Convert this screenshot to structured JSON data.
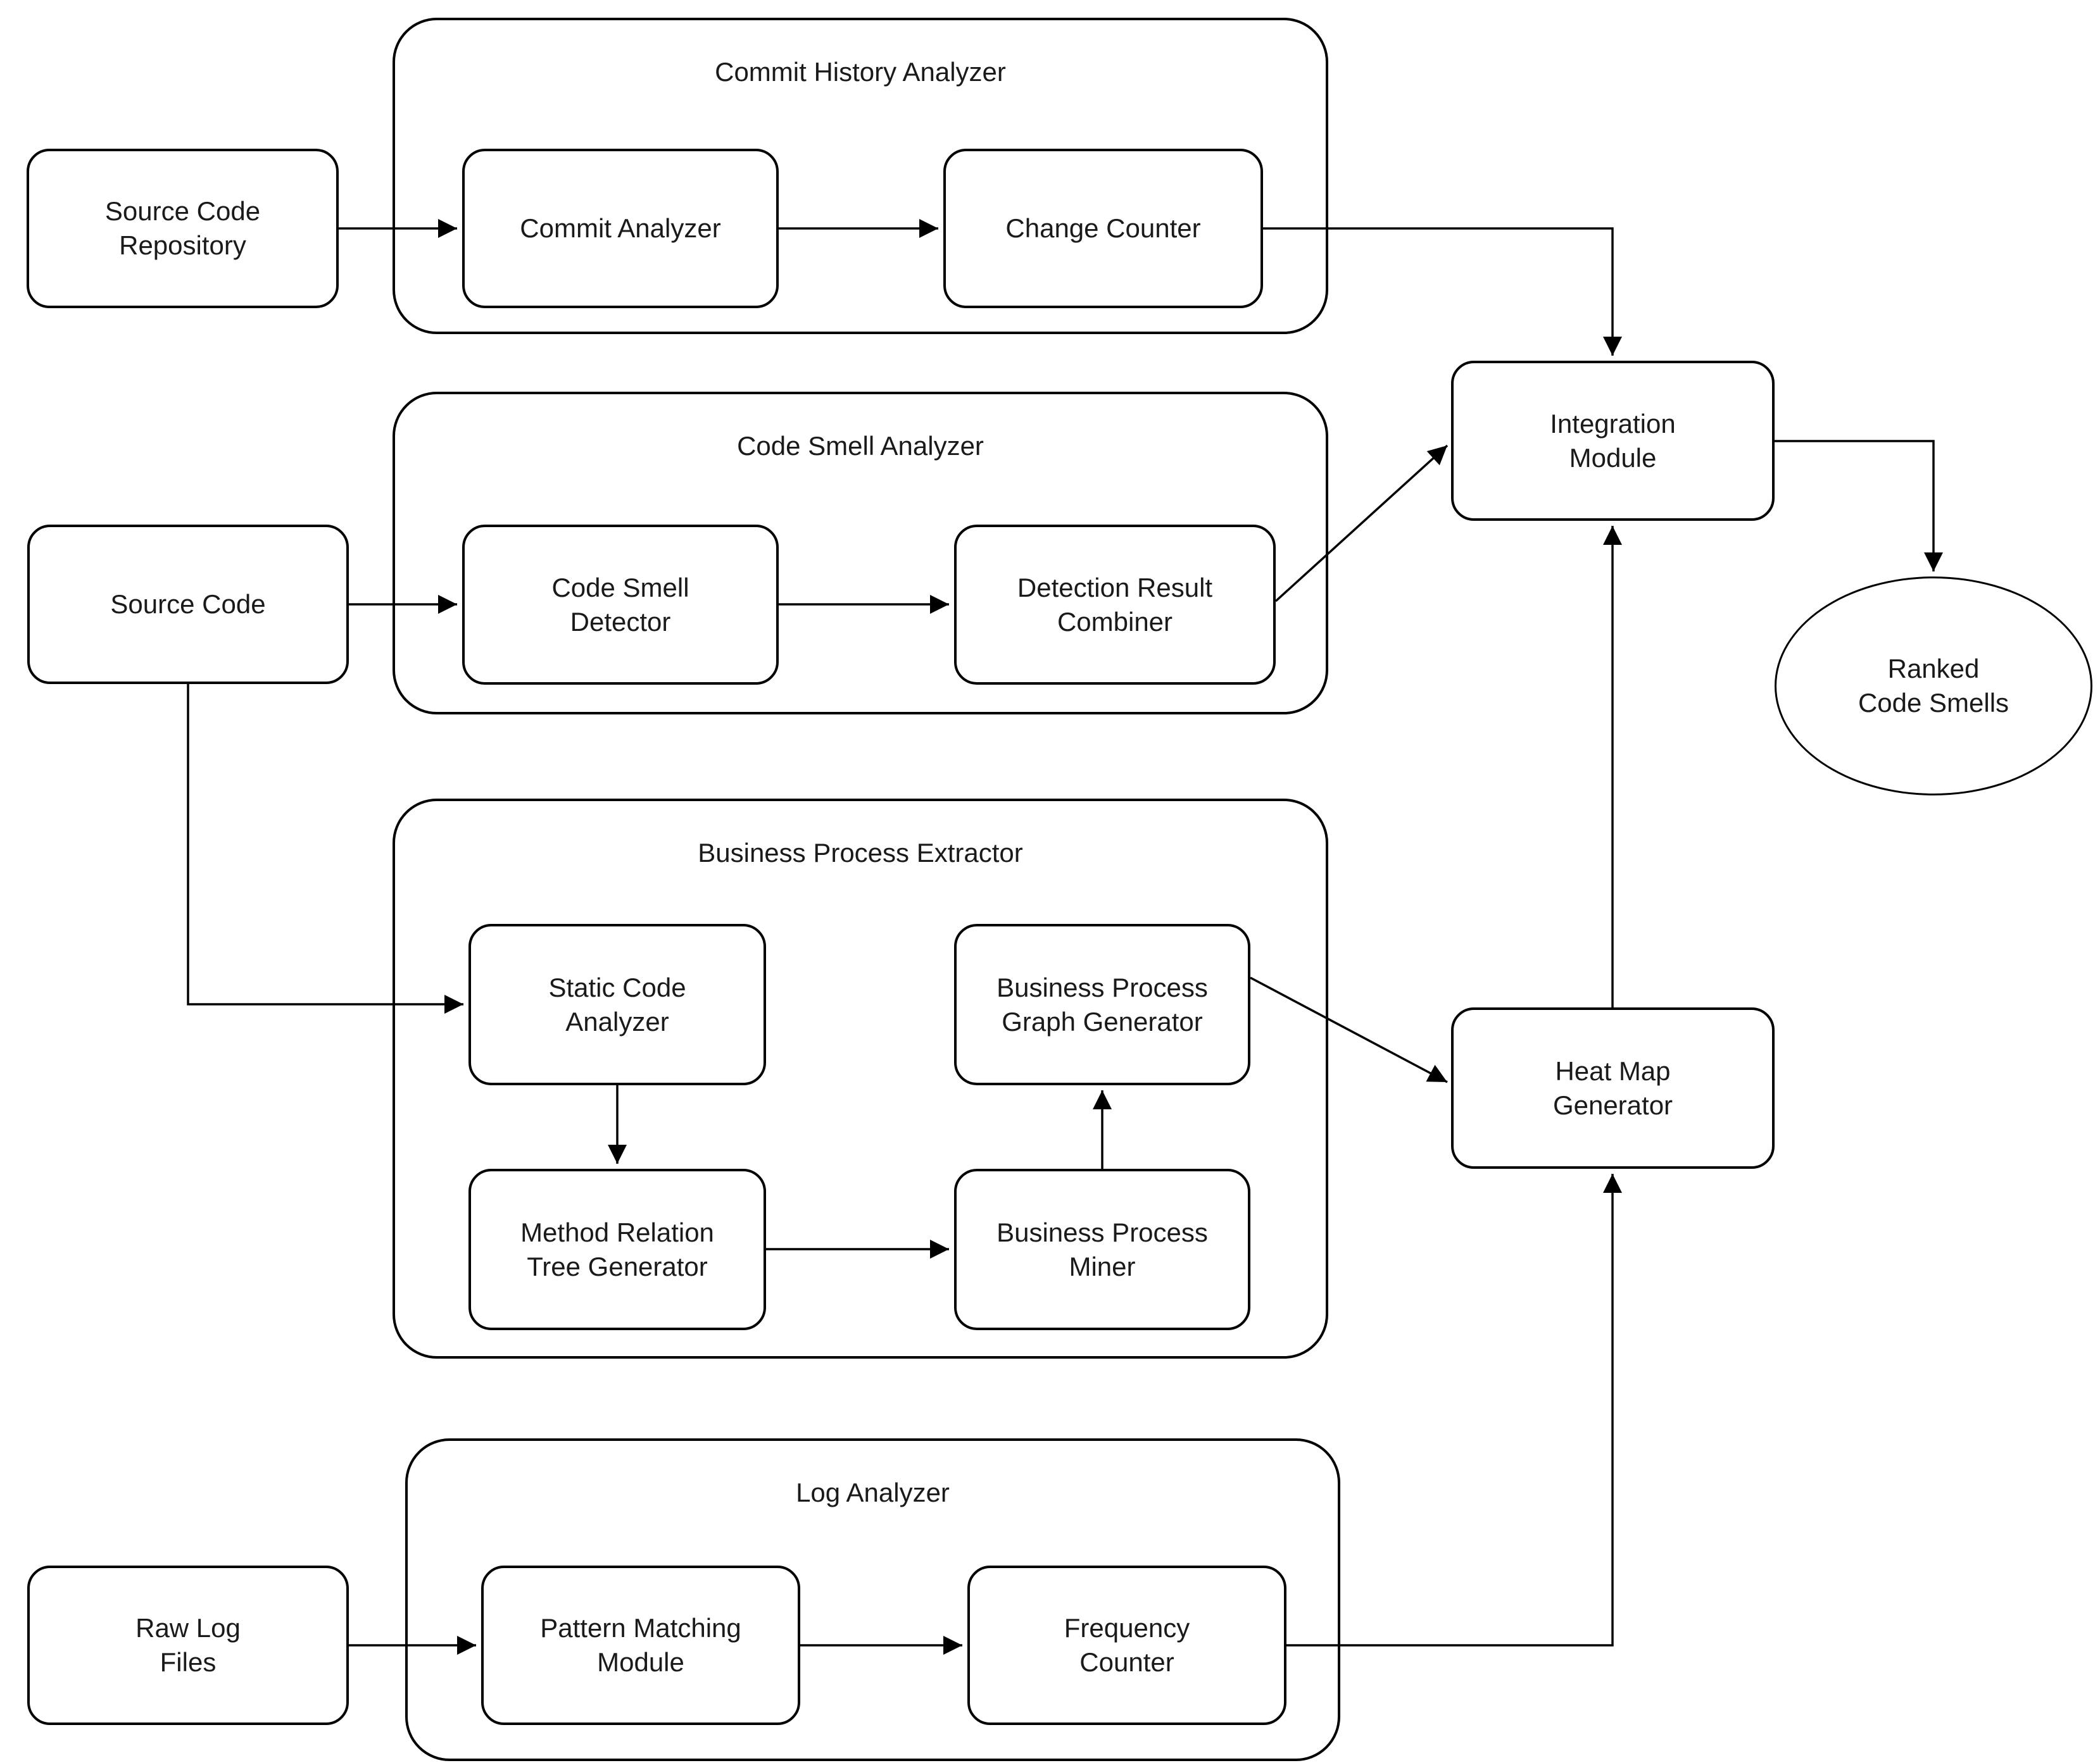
{
  "page": {
    "background_color": "#ffffff",
    "line_color": "#000000",
    "text_color": "#1a1a1a"
  },
  "containers": {
    "commit_history_analyzer": {
      "label": "Commit History Analyzer"
    },
    "code_smell_analyzer": {
      "label": "Code Smell Analyzer"
    },
    "business_process_extractor": {
      "label": "Business Process Extractor"
    },
    "log_analyzer": {
      "label": "Log Analyzer"
    }
  },
  "nodes": {
    "source_code_repository": {
      "label": "Source Code\nRepository",
      "shape": "rounded-rect"
    },
    "commit_analyzer": {
      "label": "Commit Analyzer",
      "shape": "rounded-rect"
    },
    "change_counter": {
      "label": "Change Counter",
      "shape": "rounded-rect"
    },
    "integration_module": {
      "label": "Integration\nModule",
      "shape": "rounded-rect"
    },
    "ranked_code_smells": {
      "label": "Ranked\nCode Smells",
      "shape": "ellipse"
    },
    "source_code": {
      "label": "Source Code",
      "shape": "rounded-rect"
    },
    "code_smell_detector": {
      "label": "Code Smell\nDetector",
      "shape": "rounded-rect"
    },
    "detection_result_combiner": {
      "label": "Detection Result\nCombiner",
      "shape": "rounded-rect"
    },
    "static_code_analyzer": {
      "label": "Static Code\nAnalyzer",
      "shape": "rounded-rect"
    },
    "business_process_graph_generator": {
      "label": "Business Process\nGraph Generator",
      "shape": "rounded-rect"
    },
    "method_relation_tree_generator": {
      "label": "Method Relation\nTree Generator",
      "shape": "rounded-rect"
    },
    "business_process_miner": {
      "label": "Business Process\nMiner",
      "shape": "rounded-rect"
    },
    "heat_map_generator": {
      "label": "Heat Map\nGenerator",
      "shape": "rounded-rect"
    },
    "raw_log_files": {
      "label": "Raw Log\nFiles",
      "shape": "rounded-rect"
    },
    "pattern_matching_module": {
      "label": "Pattern Matching\nModule",
      "shape": "rounded-rect"
    },
    "frequency_counter": {
      "label": "Frequency\nCounter",
      "shape": "rounded-rect"
    }
  },
  "edges": [
    {
      "from": "source_code_repository",
      "to": "commit_analyzer"
    },
    {
      "from": "commit_analyzer",
      "to": "change_counter"
    },
    {
      "from": "change_counter",
      "to": "integration_module"
    },
    {
      "from": "source_code",
      "to": "code_smell_detector"
    },
    {
      "from": "code_smell_detector",
      "to": "detection_result_combiner"
    },
    {
      "from": "detection_result_combiner",
      "to": "integration_module"
    },
    {
      "from": "source_code",
      "to": "static_code_analyzer"
    },
    {
      "from": "static_code_analyzer",
      "to": "method_relation_tree_generator"
    },
    {
      "from": "method_relation_tree_generator",
      "to": "business_process_miner"
    },
    {
      "from": "business_process_miner",
      "to": "business_process_graph_generator"
    },
    {
      "from": "business_process_graph_generator",
      "to": "heat_map_generator"
    },
    {
      "from": "heat_map_generator",
      "to": "integration_module"
    },
    {
      "from": "raw_log_files",
      "to": "pattern_matching_module"
    },
    {
      "from": "pattern_matching_module",
      "to": "frequency_counter"
    },
    {
      "from": "frequency_counter",
      "to": "heat_map_generator"
    },
    {
      "from": "integration_module",
      "to": "ranked_code_smells"
    }
  ]
}
